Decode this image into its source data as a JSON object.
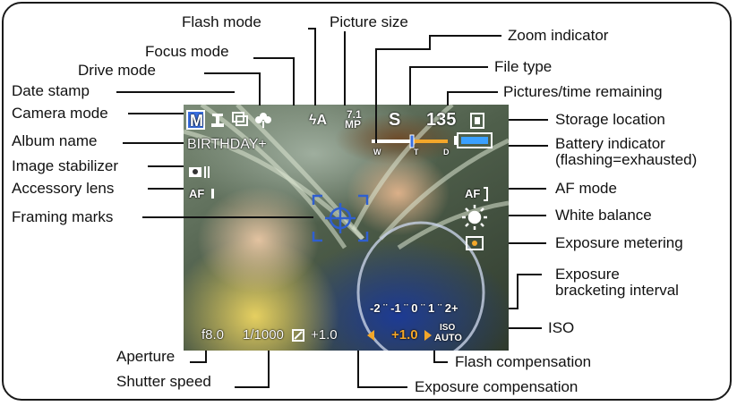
{
  "callout_labels": {
    "flash_mode": "Flash mode",
    "picture_size": "Picture size",
    "focus_mode": "Focus mode",
    "drive_mode": "Drive mode",
    "date_stamp": "Date stamp",
    "camera_mode": "Camera mode",
    "album_name": "Album name",
    "image_stabilizer": "Image stabilizer",
    "accessory_lens": "Accessory lens",
    "framing_marks": "Framing marks",
    "zoom_indicator": "Zoom indicator",
    "file_type": "File type",
    "pictures_remaining": "Pictures/time remaining",
    "storage_location": "Storage location",
    "battery_indicator_line1": "Battery indicator",
    "battery_indicator_line2": "(flashing=exhausted)",
    "af_mode": "AF mode",
    "white_balance": "White balance",
    "exposure_metering": "Exposure metering",
    "bracketing_line1": "Exposure",
    "bracketing_line2": "bracketing interval",
    "iso": "ISO",
    "aperture": "Aperture",
    "shutter_speed": "Shutter speed",
    "flash_compensation": "Flash compensation",
    "exposure_compensation": "Exposure compensation"
  },
  "display": {
    "camera_mode": "M",
    "picture_size_top": "7.1",
    "picture_size_bottom": "MP",
    "flash_mode": "ϟA",
    "file_type": "S",
    "pictures_remaining": "135",
    "album_name": "BIRTHDAY+",
    "af_mode_text": "AF",
    "accessory_lens_text": "AF",
    "zoom_w": "W",
    "zoom_t": "T",
    "zoom_d": "D",
    "bracketing_scale": "-2 ¨ -1 ¨ 0 ¨ 1 ¨ 2+",
    "aperture": "f8.0",
    "shutter": "1/1000",
    "exposure_comp": "+1.0",
    "flash_comp": "+1.0",
    "iso_top": "ISO",
    "iso_bottom": "AUTO"
  },
  "colors": {
    "overlay_text": "#ffffff",
    "highlight": "#f4a72a",
    "frame_marks": "#2f5fd0",
    "battery": "#3aa0ff"
  },
  "icons": [
    "camera-mode-icon",
    "date-stamp-icon",
    "drive-mode-icon",
    "focus-mode-icon",
    "flash-mode-icon",
    "storage-location-icon",
    "battery-icon",
    "image-stabilizer-icon",
    "white-balance-icon",
    "exposure-metering-icon",
    "framing-marks-icon",
    "exposure-comp-icon",
    "flash-comp-icon"
  ]
}
